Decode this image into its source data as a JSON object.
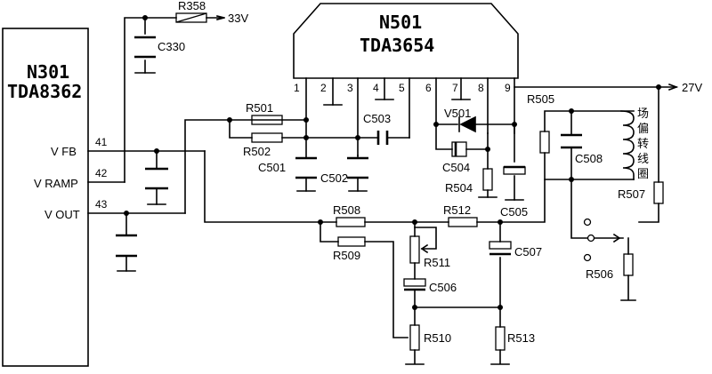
{
  "ic_left": {
    "name": "N301",
    "part": "TDA8362",
    "pins": [
      {
        "num": "41",
        "label": "V FB"
      },
      {
        "num": "42",
        "label": "V RAMP"
      },
      {
        "num": "43",
        "label": "V OUT"
      }
    ]
  },
  "ic_top": {
    "name": "N501",
    "part": "TDA3654",
    "pins": [
      "1",
      "2",
      "3",
      "4",
      "5",
      "6",
      "7",
      "8",
      "9"
    ]
  },
  "supplies": {
    "v33": "33V",
    "v27": "27V"
  },
  "resistors": {
    "R358": "R358",
    "R501": "R501",
    "R502": "R502",
    "R504": "R504",
    "R505": "R505",
    "R506": "R506",
    "R507": "R507",
    "R508": "R508",
    "R509": "R509",
    "R510": "R510",
    "R511": "R511",
    "R512": "R512",
    "R513": "R513"
  },
  "capacitors": {
    "C330": "C330",
    "C501": "C501",
    "C502": "C502",
    "C503": "C503",
    "C504": "C504",
    "C505": "C505",
    "C506": "C506",
    "C507": "C507",
    "C508": "C508"
  },
  "diode": "V501",
  "yoke": [
    "场",
    "偏",
    "转",
    "线",
    "圈"
  ]
}
